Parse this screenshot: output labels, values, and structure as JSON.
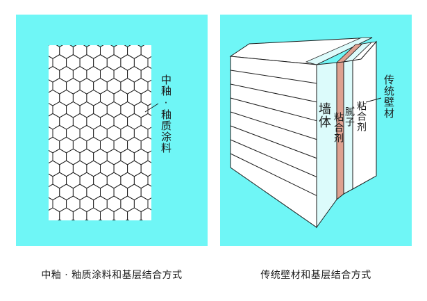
{
  "colors": {
    "panel_bg": "#6ff6f6",
    "hex_fill": "#ffffff",
    "hex_stroke": "#1a1a1a",
    "wall_front": "#ffffff",
    "adhesive": "#dcfbfb",
    "putty": "#dea190",
    "line": "#1a1a1a"
  },
  "left_panel": {
    "label": "中釉 · 釉质涂料",
    "caption": "中釉 · 釉质涂料和基层结合方式"
  },
  "right_panel": {
    "labels": {
      "wall_body": "墙体",
      "adhesive_1": "粘合剂",
      "putty": "腻子",
      "adhesive_2": "粘合剂",
      "wall_material": "传统壁材"
    },
    "caption": "传统壁材和基层结合方式"
  }
}
